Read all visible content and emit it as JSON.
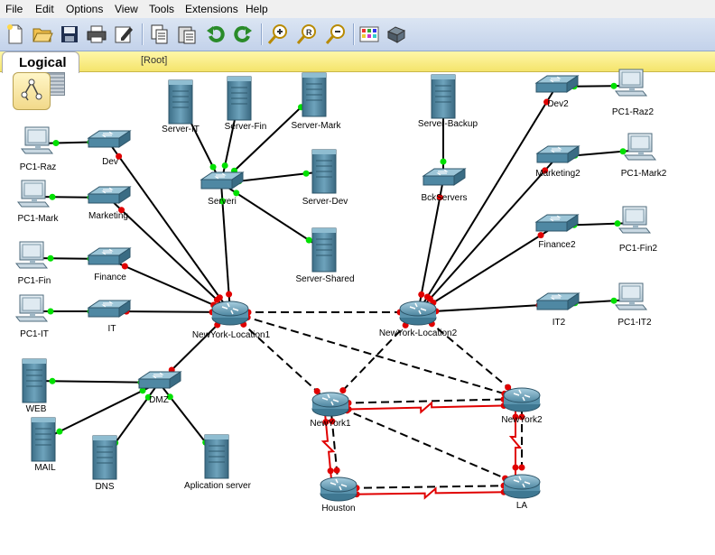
{
  "menu": [
    "File",
    "Edit",
    "Options",
    "View",
    "Tools",
    "Extensions",
    "Help"
  ],
  "toolbar_icons": [
    "new-file-icon",
    "open-folder-icon",
    "save-icon",
    "print-icon",
    "edit-icon",
    "copy-icon",
    "paste-icon",
    "undo-icon",
    "redo-icon",
    "zoom-in-icon",
    "zoom-reset-icon",
    "zoom-out-icon",
    "palette-icon",
    "custom-device-icon"
  ],
  "workspace": {
    "tab": "Logical",
    "path": "[Root]"
  },
  "colors": {
    "link_up": "#00e000",
    "link_down": "#e00000",
    "serial": "#e00000",
    "device": "#4f88a3"
  },
  "devices": [
    {
      "id": "pc1raz",
      "type": "pc",
      "label": "PC1-Raz"
    },
    {
      "id": "pc1mark",
      "type": "pc",
      "label": "PC1-Mark"
    },
    {
      "id": "pc1fin",
      "type": "pc",
      "label": "PC1-Fin"
    },
    {
      "id": "pc1it",
      "type": "pc",
      "label": "PC1-IT"
    },
    {
      "id": "dev",
      "type": "switch",
      "label": "Dev"
    },
    {
      "id": "marketing",
      "type": "switch",
      "label": "Marketing"
    },
    {
      "id": "finance",
      "type": "switch",
      "label": "Finance"
    },
    {
      "id": "it",
      "type": "switch",
      "label": "IT"
    },
    {
      "id": "srvit",
      "type": "server",
      "label": "Server-IT"
    },
    {
      "id": "srvfin",
      "type": "server",
      "label": "Server-Fin"
    },
    {
      "id": "srvmark",
      "type": "server",
      "label": "Server-Mark"
    },
    {
      "id": "serveri",
      "type": "switch",
      "label": "Serveri"
    },
    {
      "id": "srvdev",
      "type": "server",
      "label": "Server-Dev"
    },
    {
      "id": "srvshared",
      "type": "server",
      "label": "Server-Shared"
    },
    {
      "id": "nyl1",
      "type": "router",
      "label": "NewYork-Location1"
    },
    {
      "id": "web",
      "type": "server",
      "label": "WEB"
    },
    {
      "id": "mail",
      "type": "server",
      "label": "MAIL"
    },
    {
      "id": "dns",
      "type": "server",
      "label": "DNS"
    },
    {
      "id": "dmz",
      "type": "switch",
      "label": "DMZ"
    },
    {
      "id": "appsrv",
      "type": "server",
      "label": "Aplication server"
    },
    {
      "id": "srvbackup",
      "type": "server",
      "label": "Server-Backup"
    },
    {
      "id": "bckservers",
      "type": "switch",
      "label": "BckServers"
    },
    {
      "id": "nyl2",
      "type": "router",
      "label": "NewYork-Location2"
    },
    {
      "id": "dev2",
      "type": "switch",
      "label": "Dev2"
    },
    {
      "id": "pc1raz2",
      "type": "pc",
      "label": "PC1-Raz2"
    },
    {
      "id": "marketing2",
      "type": "switch",
      "label": "Marketing2"
    },
    {
      "id": "pc1mark2",
      "type": "pc",
      "label": "PC1-Mark2"
    },
    {
      "id": "finance2",
      "type": "switch",
      "label": "Finance2"
    },
    {
      "id": "pc1fin2",
      "type": "pc",
      "label": "PC1-Fin2"
    },
    {
      "id": "it2",
      "type": "switch",
      "label": "IT2"
    },
    {
      "id": "pc1it2",
      "type": "pc",
      "label": "PC1-IT2"
    },
    {
      "id": "newyork1",
      "type": "router",
      "label": "NewYork1"
    },
    {
      "id": "newyork2",
      "type": "router",
      "label": "NewYork2"
    },
    {
      "id": "houston",
      "type": "router",
      "label": "Houston"
    },
    {
      "id": "la",
      "type": "router",
      "label": "LA"
    }
  ],
  "links": [
    {
      "a": "pc1raz",
      "b": "dev",
      "kind": "straight",
      "sa": "up",
      "sb": "up"
    },
    {
      "a": "pc1mark",
      "b": "marketing",
      "kind": "straight",
      "sa": "up",
      "sb": "up"
    },
    {
      "a": "pc1fin",
      "b": "finance",
      "kind": "straight",
      "sa": "up",
      "sb": "up"
    },
    {
      "a": "pc1it",
      "b": "it",
      "kind": "straight",
      "sa": "up",
      "sb": "up"
    },
    {
      "a": "dev",
      "b": "nyl1",
      "kind": "straight",
      "sa": "down",
      "sb": "down"
    },
    {
      "a": "marketing",
      "b": "nyl1",
      "kind": "straight",
      "sa": "down",
      "sb": "down"
    },
    {
      "a": "finance",
      "b": "nyl1",
      "kind": "straight",
      "sa": "down",
      "sb": "down"
    },
    {
      "a": "it",
      "b": "nyl1",
      "kind": "straight",
      "sa": "down",
      "sb": "down"
    },
    {
      "a": "srvit",
      "b": "serveri",
      "kind": "straight",
      "sa": "up",
      "sb": "up"
    },
    {
      "a": "srvfin",
      "b": "serveri",
      "kind": "straight",
      "sa": "up",
      "sb": "up"
    },
    {
      "a": "srvmark",
      "b": "serveri",
      "kind": "straight",
      "sa": "up",
      "sb": "up"
    },
    {
      "a": "srvdev",
      "b": "serveri",
      "kind": "straight",
      "sa": "up",
      "sb": "up"
    },
    {
      "a": "srvshared",
      "b": "serveri",
      "kind": "straight",
      "sa": "up",
      "sb": "up"
    },
    {
      "a": "serveri",
      "b": "nyl1",
      "kind": "straight",
      "sa": "up",
      "sb": "down"
    },
    {
      "a": "web",
      "b": "dmz",
      "kind": "straight",
      "sa": "up",
      "sb": "up"
    },
    {
      "a": "mail",
      "b": "dmz",
      "kind": "straight",
      "sa": "up",
      "sb": "up"
    },
    {
      "a": "dns",
      "b": "dmz",
      "kind": "straight",
      "sa": "up",
      "sb": "up"
    },
    {
      "a": "appsrv",
      "b": "dmz",
      "kind": "straight",
      "sa": "up",
      "sb": "up"
    },
    {
      "a": "dmz",
      "b": "nyl1",
      "kind": "straight",
      "sa": "down",
      "sb": "down"
    },
    {
      "a": "srvbackup",
      "b": "bckservers",
      "kind": "straight",
      "sa": "up",
      "sb": "up"
    },
    {
      "a": "bckservers",
      "b": "nyl2",
      "kind": "straight",
      "sa": "down",
      "sb": "down"
    },
    {
      "a": "dev2",
      "b": "pc1raz2",
      "kind": "straight",
      "sa": "up",
      "sb": "up"
    },
    {
      "a": "marketing2",
      "b": "pc1mark2",
      "kind": "straight",
      "sa": "up",
      "sb": "up"
    },
    {
      "a": "finance2",
      "b": "pc1fin2",
      "kind": "straight",
      "sa": "up",
      "sb": "up"
    },
    {
      "a": "it2",
      "b": "pc1it2",
      "kind": "straight",
      "sa": "up",
      "sb": "up"
    },
    {
      "a": "dev2",
      "b": "nyl2",
      "kind": "straight",
      "sa": "down",
      "sb": "down"
    },
    {
      "a": "marketing2",
      "b": "nyl2",
      "kind": "straight",
      "sa": "down",
      "sb": "down"
    },
    {
      "a": "finance2",
      "b": "nyl2",
      "kind": "straight",
      "sa": "down",
      "sb": "down"
    },
    {
      "a": "it2",
      "b": "nyl2",
      "kind": "straight",
      "sa": "down",
      "sb": "down"
    },
    {
      "a": "nyl1",
      "b": "nyl2",
      "kind": "cross",
      "sa": "down",
      "sb": "down"
    },
    {
      "a": "nyl1",
      "b": "newyork1",
      "kind": "cross",
      "sa": "down",
      "sb": "down"
    },
    {
      "a": "nyl1",
      "b": "newyork2",
      "kind": "cross",
      "sa": "down",
      "sb": "down"
    },
    {
      "a": "nyl2",
      "b": "newyork1",
      "kind": "cross",
      "sa": "down",
      "sb": "down"
    },
    {
      "a": "nyl2",
      "b": "newyork2",
      "kind": "cross",
      "sa": "down",
      "sb": "down"
    },
    {
      "a": "newyork1",
      "b": "newyork2",
      "kind": "cross",
      "sa": "down",
      "sb": "down"
    },
    {
      "a": "newyork1",
      "b": "houston",
      "kind": "cross",
      "sa": "down",
      "sb": "down"
    },
    {
      "a": "newyork2",
      "b": "la",
      "kind": "cross",
      "sa": "down",
      "sb": "down"
    },
    {
      "a": "houston",
      "b": "la",
      "kind": "cross",
      "sa": "down",
      "sb": "down"
    },
    {
      "a": "newyork1",
      "b": "la",
      "kind": "cross",
      "sa": "down",
      "sb": "down"
    },
    {
      "a": "newyork1",
      "b": "newyork2",
      "kind": "serial",
      "sa": "down",
      "sb": "down"
    },
    {
      "a": "newyork1",
      "b": "houston",
      "kind": "serial",
      "sa": "down",
      "sb": "down"
    },
    {
      "a": "newyork2",
      "b": "la",
      "kind": "serial",
      "sa": "down",
      "sb": "down"
    },
    {
      "a": "houston",
      "b": "la",
      "kind": "serial",
      "sa": "down",
      "sb": "down"
    }
  ]
}
